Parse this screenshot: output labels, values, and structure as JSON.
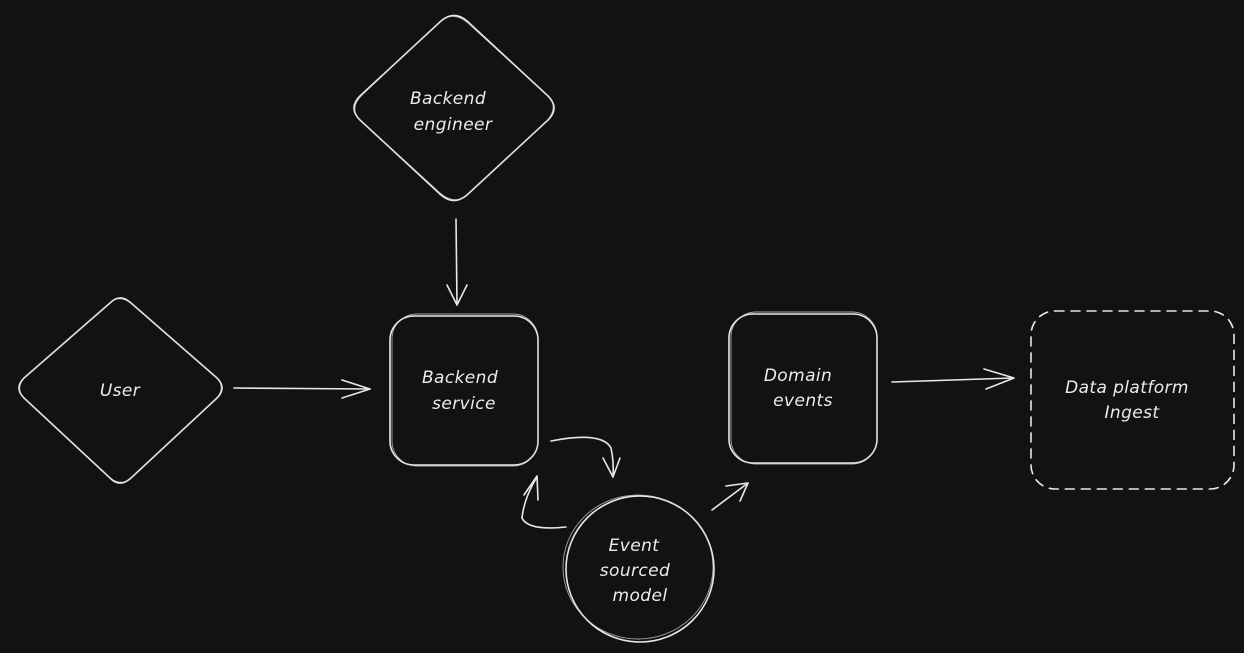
{
  "diagram": {
    "nodes": {
      "backend_engineer": {
        "label_line1": "Backend",
        "label_line2": "engineer",
        "shape": "diamond"
      },
      "user": {
        "label": "User",
        "shape": "diamond"
      },
      "backend_service": {
        "label_line1": "Backend",
        "label_line2": "service",
        "shape": "rounded-rectangle"
      },
      "domain_events": {
        "label_line1": "Domain",
        "label_line2": "events",
        "shape": "rounded-rectangle"
      },
      "data_platform": {
        "label_line1": "Data platform",
        "label_line2": "Ingest",
        "shape": "dashed-rounded-rectangle"
      },
      "event_sourced_model": {
        "label_line1": "Event",
        "label_line2": "sourced",
        "label_line3": "model",
        "shape": "circle"
      }
    },
    "edges": [
      {
        "from": "backend_engineer",
        "to": "backend_service"
      },
      {
        "from": "user",
        "to": "backend_service"
      },
      {
        "from": "backend_service",
        "to": "event_sourced_model"
      },
      {
        "from": "event_sourced_model",
        "to": "backend_service"
      },
      {
        "from": "event_sourced_model",
        "to": "domain_events"
      },
      {
        "from": "domain_events",
        "to": "data_platform"
      }
    ]
  },
  "colors": {
    "background": "#121212",
    "stroke": "#e8e8e8",
    "text": "#ececec"
  }
}
